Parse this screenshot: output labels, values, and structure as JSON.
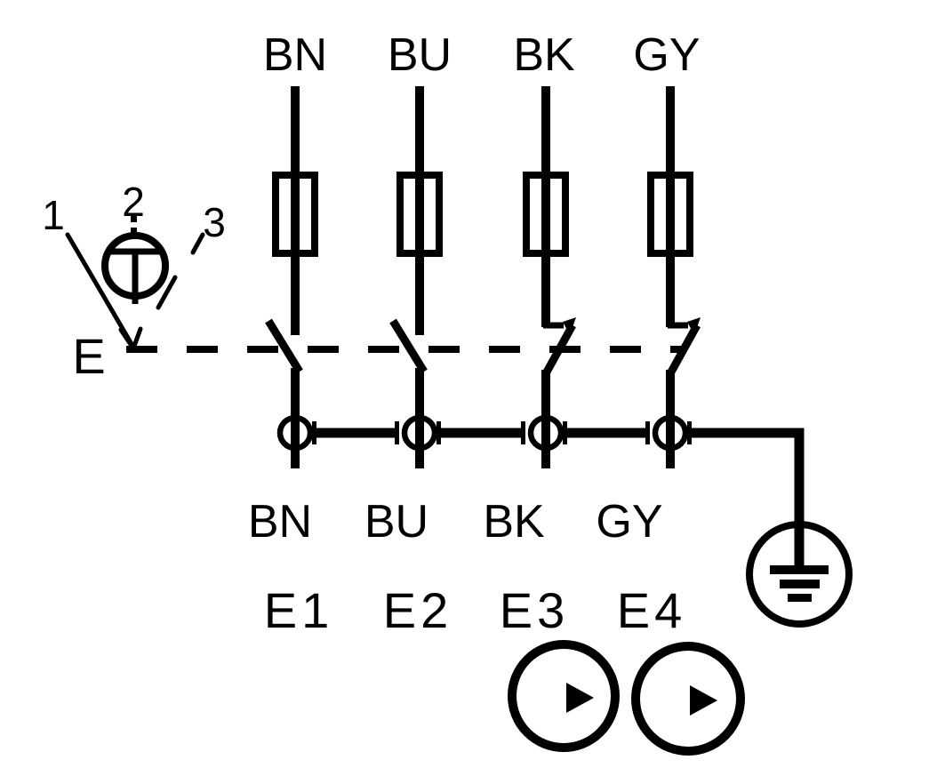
{
  "diagram": {
    "type": "electrical-schematic",
    "colors": {
      "line": "#000000",
      "background": "#ffffff"
    },
    "phase_labels_top": [
      "BN",
      "BU",
      "BK",
      "GY"
    ],
    "phase_labels_bottom": [
      "BN",
      "BU",
      "BK",
      "GY"
    ],
    "terminal_labels": [
      "E1",
      "E2",
      "E3",
      "E4"
    ],
    "switch_position_labels": [
      "1",
      "2",
      "3"
    ],
    "mechanism_label": "E"
  }
}
